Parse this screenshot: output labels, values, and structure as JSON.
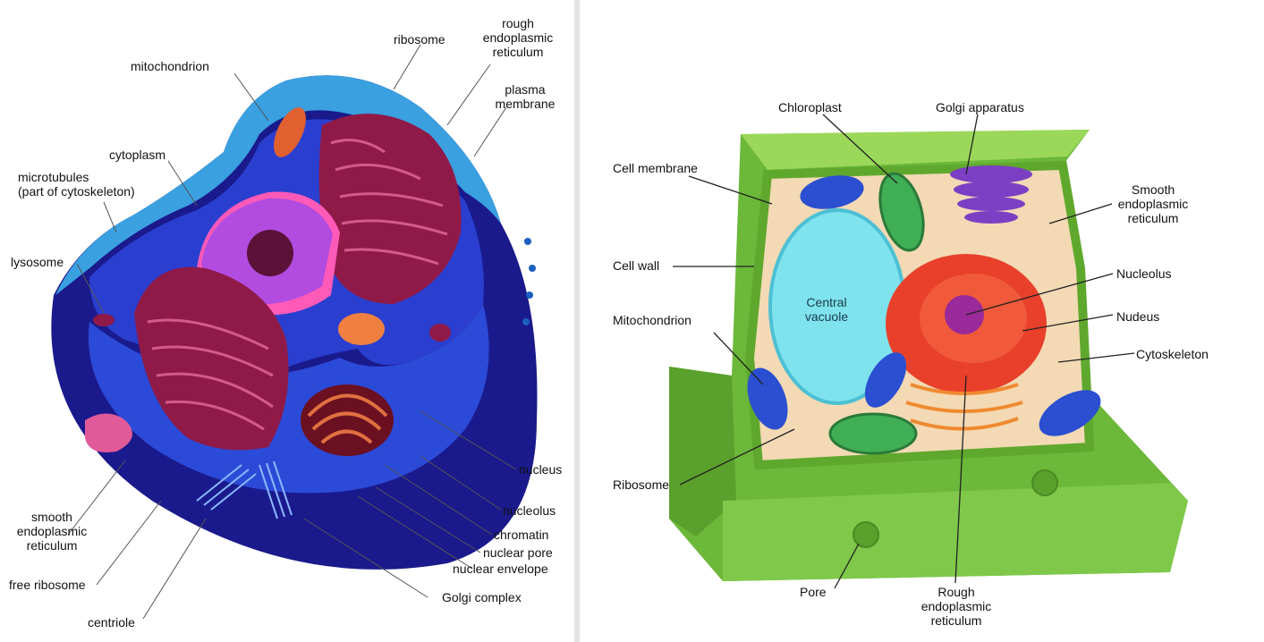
{
  "animal_cell": {
    "labels": {
      "ribosome": "ribosome",
      "rough_er": [
        "rough",
        "endoplasmic",
        "reticulum"
      ],
      "mitochondrion": "mitochondrion",
      "plasma_membrane": [
        "plasma",
        "membrane"
      ],
      "cytoplasm": "cytoplasm",
      "microtubules": [
        "microtubules",
        "(part of cytoskeleton)"
      ],
      "lysosome": "lysosome",
      "nucleus": "nucleus",
      "nucleolus": "nucleolus",
      "chromatin": "chromatin",
      "nuclear_pore": "nuclear pore",
      "nuclear_envelope": "nuclear envelope",
      "smooth_er": [
        "smooth",
        "endoplasmic",
        "reticulum"
      ],
      "free_ribosome": "free ribosome",
      "golgi_complex": "Golgi complex",
      "centriole": "centriole"
    },
    "colors": {
      "outer": "#1a1a8c",
      "membrane": "#3aa0e0",
      "interior": "#2a3fd0",
      "organelle": "#9c1a4a",
      "nucleus": "#c64ad8"
    }
  },
  "plant_cell": {
    "labels": {
      "chloroplast": "Chloroplast",
      "golgi_apparatus": "Golgi apparatus",
      "cell_membrane": "Cell membrane",
      "smooth_er": [
        "Smooth",
        "endoplasmic",
        "reticulum"
      ],
      "cell_wall": "Cell wall",
      "nucleolus": "Nucleolus",
      "central_vacuole": [
        "Central",
        "vacuole"
      ],
      "nucleus": "Nudeus",
      "mitochondrion": "Mitochondrion",
      "cytoskeleton": "Cytoskeleton",
      "ribosome": "Ribosome",
      "pore": "Pore",
      "rough_er": [
        "Rough",
        "endoplasmic",
        "reticulum"
      ]
    },
    "colors": {
      "wall": "#8fcf4a",
      "wall_dark": "#5fa82e",
      "cytoplasm": "#f3d9b4",
      "vacuole": "#7fe3ee",
      "nucleus": "#e8402a",
      "mitochondrion": "#2b4fd0",
      "chloroplast": "#3fae55",
      "golgi": "#7b3fc4"
    }
  }
}
